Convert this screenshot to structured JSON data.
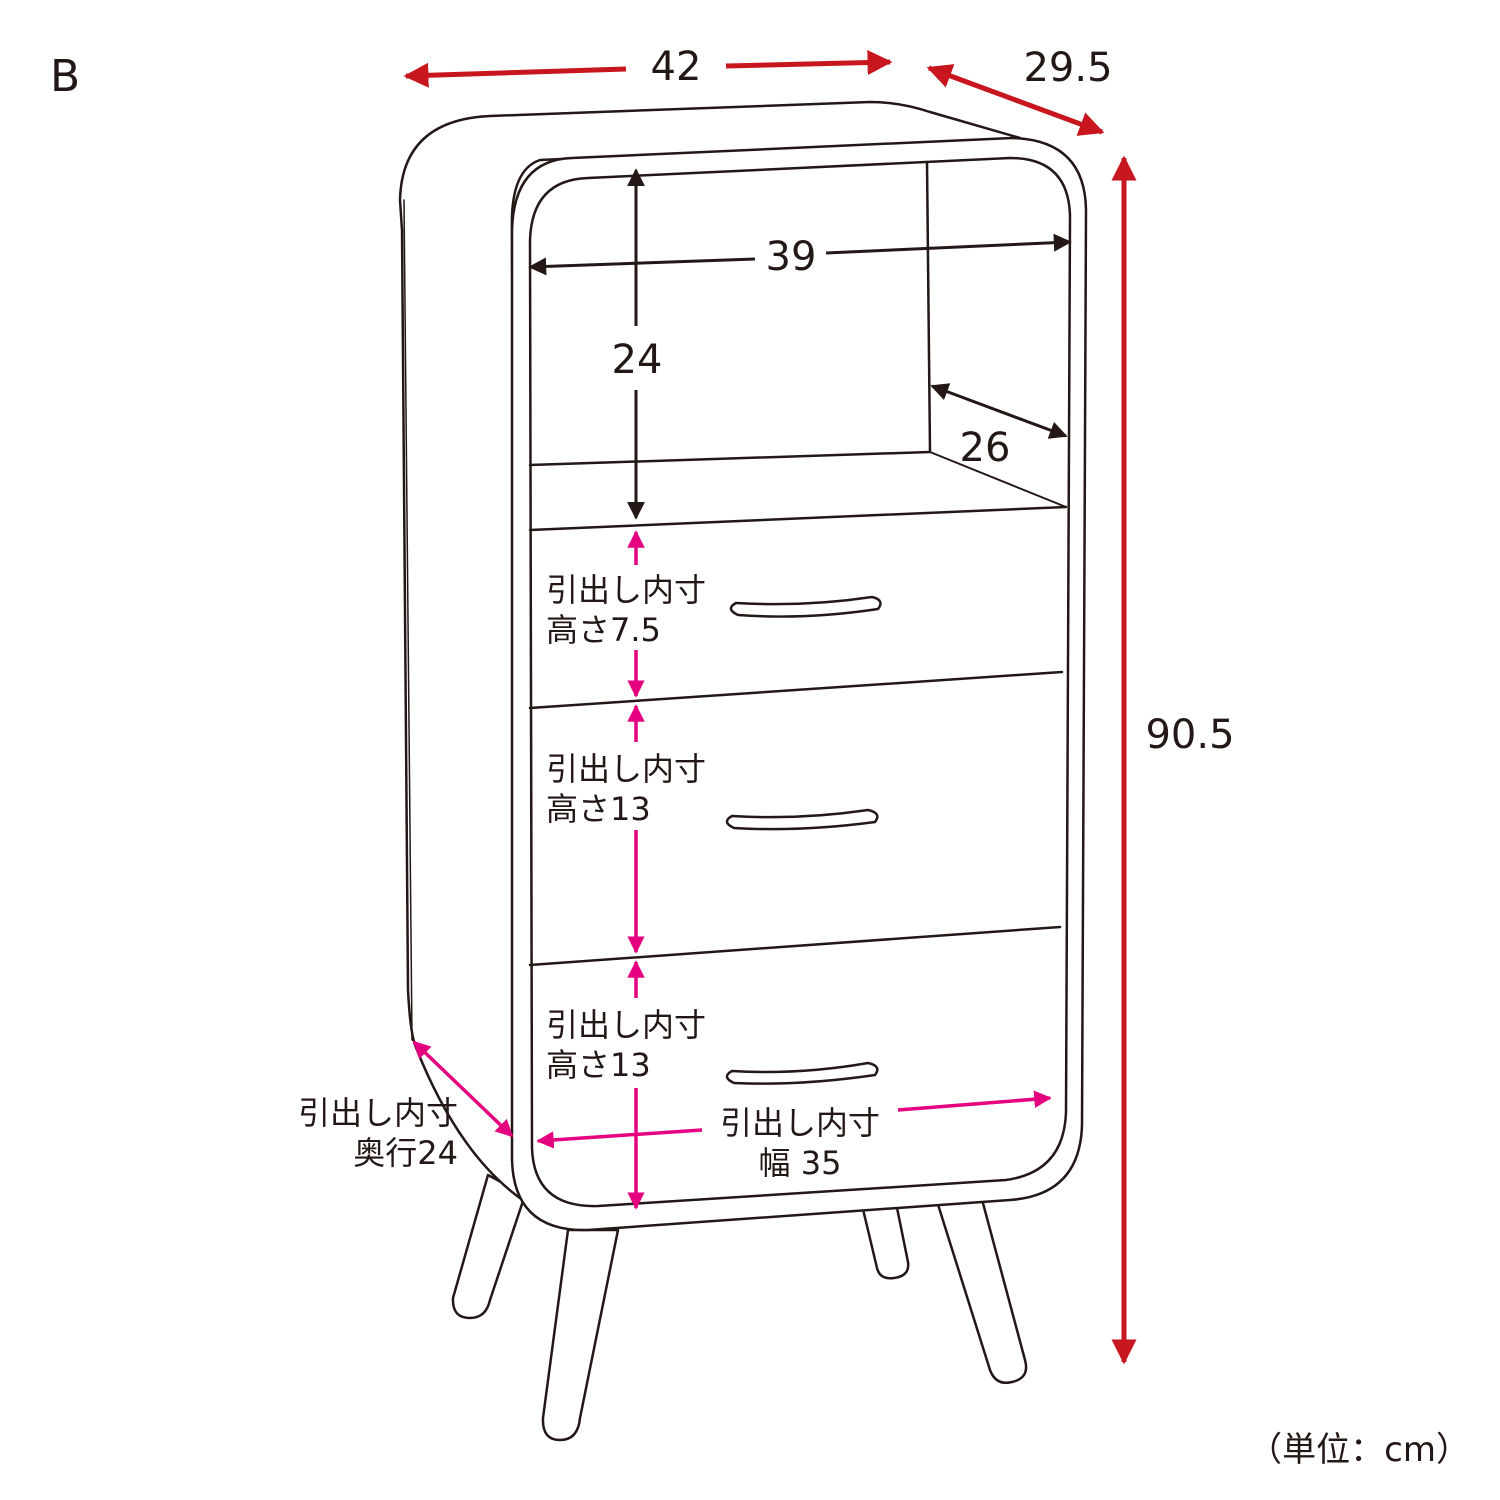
{
  "variant_label": "B",
  "unit_note": "（単位：cm）",
  "colors": {
    "outline": "#231815",
    "outer_dimension": "#c8161e",
    "drawer_dimension": "#e4007f",
    "background": "#ffffff"
  },
  "dimensions": {
    "outer_width": "42",
    "outer_depth": "29.5",
    "outer_height": "90.5",
    "shelf_inner_width": "39",
    "shelf_inner_height": "24",
    "shelf_inner_depth": "26"
  },
  "drawers": [
    {
      "title": "引出し内寸",
      "height_label": "高さ7.5"
    },
    {
      "title": "引出し内寸",
      "height_label": "高さ13"
    },
    {
      "title": "引出し内寸",
      "height_label": "高さ13"
    }
  ],
  "drawer_depth": {
    "title": "引出し内寸",
    "value": "奥行24"
  },
  "drawer_width": {
    "title": "引出し内寸",
    "value": "幅 35"
  }
}
